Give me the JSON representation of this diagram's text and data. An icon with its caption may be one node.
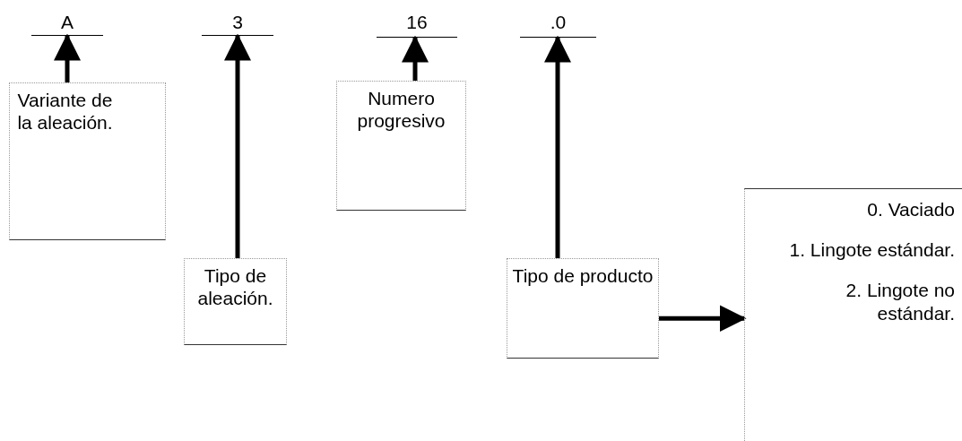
{
  "diagram": {
    "nodes": [
      {
        "text": [
          "A"
        ]
      },
      {
        "text": [
          "3"
        ]
      },
      {
        "text": [
          "16"
        ]
      },
      {
        "text": [
          ".0"
        ]
      },
      {
        "text": [
          "Variante de la aleación."
        ]
      },
      {
        "text": [
          "Tipo de aleación."
        ]
      },
      {
        "text": [
          "Numero progresivo"
        ]
      },
      {
        "text": [
          "Tipo de producto"
        ]
      },
      {
        "text": [
          "0. Vaciado",
          "1. Lingote estándar.",
          "2. Lingote no estándar."
        ]
      }
    ],
    "edges": [
      {
        "from": 4,
        "to": 0,
        "arrow": "to"
      },
      {
        "from": 5,
        "to": 1,
        "arrow": "to"
      },
      {
        "from": 6,
        "to": 2,
        "arrow": "to"
      },
      {
        "from": 7,
        "to": 3,
        "arrow": "to"
      },
      {
        "from": 7,
        "to": 8,
        "arrow": "to"
      }
    ]
  }
}
